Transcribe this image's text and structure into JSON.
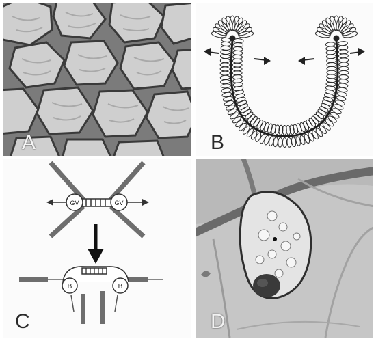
{
  "figure": {
    "panels": [
      {
        "id": "A",
        "label": "A"
      },
      {
        "id": "B",
        "label": "B"
      },
      {
        "id": "C",
        "label": "C"
      },
      {
        "id": "D",
        "label": "D"
      }
    ],
    "panel_c": {
      "cell_marker_upper_left": "GV",
      "cell_marker_upper_right": "GV",
      "cell_marker_lower_left": "B",
      "cell_marker_lower_right": "B"
    }
  }
}
